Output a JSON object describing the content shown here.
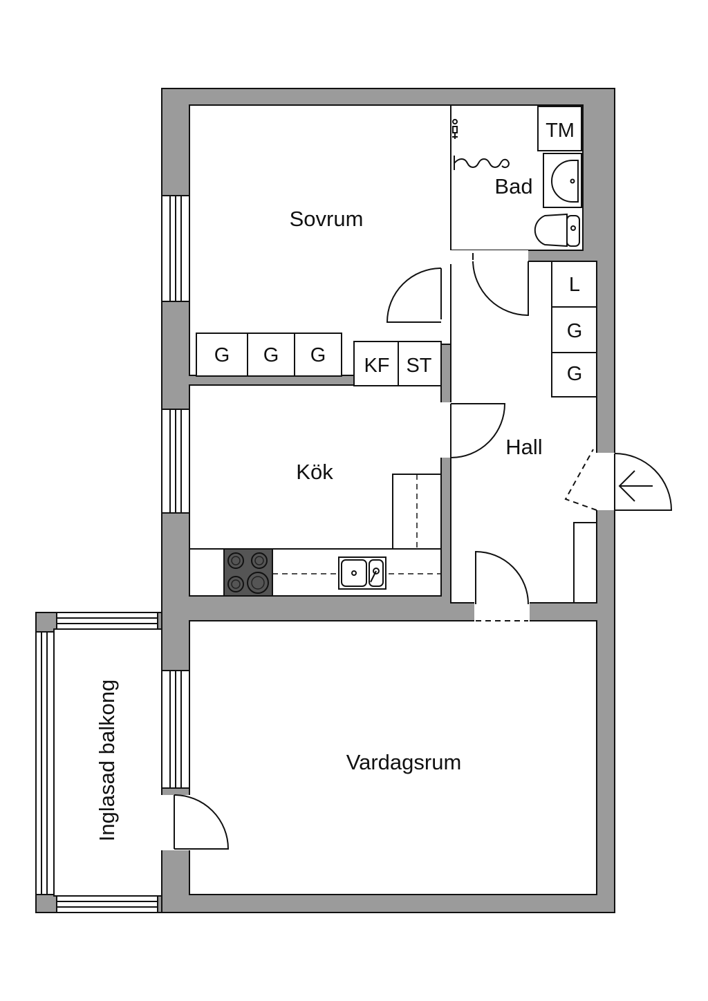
{
  "title": "Floor plan",
  "colors": {
    "wall": "#9b9b9b",
    "line": "#111111",
    "floor": "#ffffff",
    "stove": "#555555"
  },
  "rooms": {
    "sovrum": "Sovrum",
    "bad": "Bad",
    "kok": "Kök",
    "hall": "Hall",
    "vardagsrum": "Vardagsrum",
    "balkong": "Inglasad balkong"
  },
  "fixtures": {
    "bedroom_wardrobes": [
      "G",
      "G",
      "G"
    ],
    "kitchen_units": [
      "KF",
      "ST"
    ],
    "bath_unit": "TM",
    "hall_units": [
      "L",
      "G",
      "G"
    ]
  },
  "icons": [
    "entrance-arrow-icon",
    "stove-icon",
    "sink-icon",
    "washbasin-icon",
    "toilet-icon",
    "shower-icon"
  ]
}
